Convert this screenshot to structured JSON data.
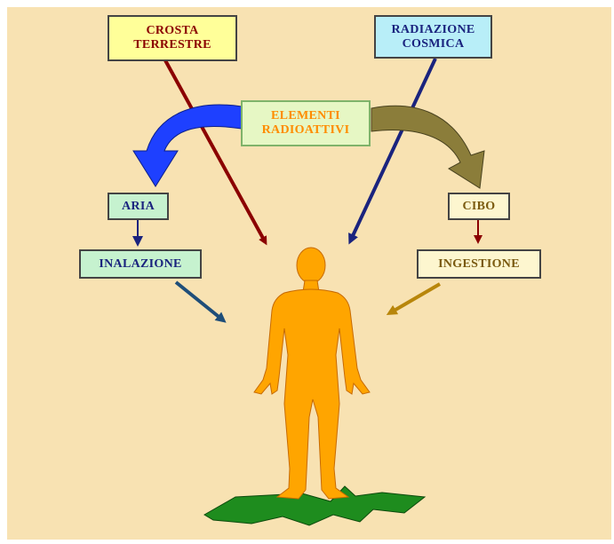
{
  "boxes": {
    "crosta": [
      "CROSTA",
      "TERRESTRE"
    ],
    "radiazione": [
      "RADIAZIONE",
      "COSMICA"
    ],
    "elementi": [
      "ELEMENTI",
      "RADIOATTIVI"
    ],
    "aria": "ARIA",
    "inalazione": "INALAZIONE",
    "cibo": "CIBO",
    "ingestione": "INGESTIONE"
  },
  "colors": {
    "background": "#f8e2b2",
    "human_figure": "#ffa500",
    "ground": "#1e8c1e",
    "arrow_crosta": "#8b0000",
    "arrow_radiazione": "#1a237e",
    "arrow_aria": "#1e40ff",
    "arrow_cibo": "#8b7d3a",
    "arrow_inalazione": "#1f4e79",
    "arrow_ingestione": "#b8860b"
  },
  "icons": [
    "human-figure",
    "ground-shape",
    "curved-arrow-blue",
    "curved-arrow-olive"
  ]
}
